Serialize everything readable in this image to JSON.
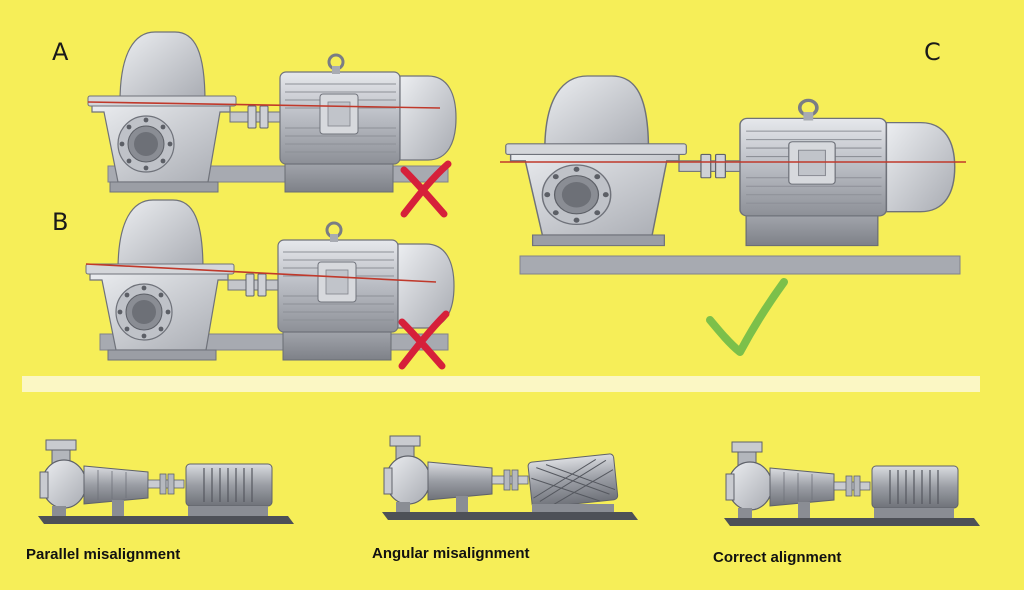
{
  "panels": {
    "a": {
      "letter": "A"
    },
    "b": {
      "letter": "B"
    },
    "c": {
      "letter": "C"
    }
  },
  "captions": {
    "parallel": "Parallel misalignment",
    "angular": "Angular misalignment",
    "correct": "Correct alignment"
  },
  "colors": {
    "background": "#f6ee58",
    "divider": "#fbf7c4",
    "metal": "#c9cbd0",
    "metal_dark": "#8e9198",
    "axis_line": "#c0392b",
    "wrong_mark": "#d6203a",
    "right_mark": "#7cc04a"
  },
  "icons": {
    "wrong": "cross-mark-icon",
    "right": "check-mark-icon"
  }
}
